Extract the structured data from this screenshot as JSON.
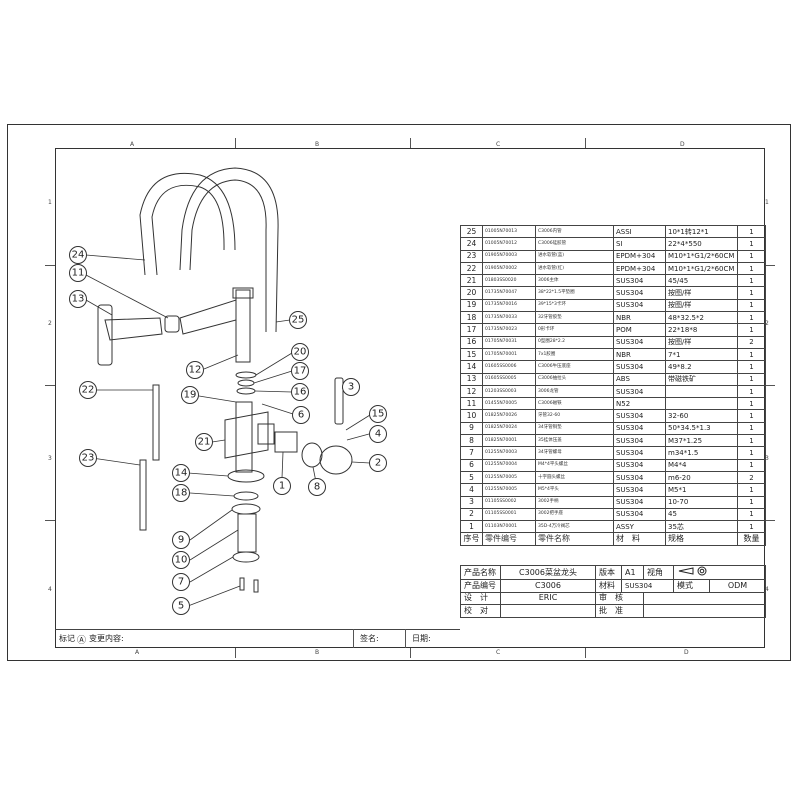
{
  "zones": {
    "top": [
      "A",
      "B",
      "C",
      "D"
    ],
    "bottom": [
      "A",
      "B",
      "C",
      "D"
    ],
    "left": [
      "1",
      "2",
      "3",
      "4"
    ],
    "right": [
      "1",
      "2",
      "3",
      "4"
    ]
  },
  "revision": {
    "mark_label": "标记",
    "change_label": "变更内容:",
    "sign_label": "签名:",
    "date_label": "日期:"
  },
  "callouts": [
    "1",
    "2",
    "3",
    "4",
    "5",
    "6",
    "7",
    "8",
    "9",
    "10",
    "11",
    "12",
    "13",
    "14",
    "15",
    "16",
    "17",
    "18",
    "19",
    "20",
    "21",
    "22",
    "23",
    "24",
    "25"
  ],
  "bom": {
    "rows": [
      [
        "25",
        "01005N70013",
        "C3006内管",
        "ASSI",
        "10*1转12*1",
        "1"
      ],
      [
        "24",
        "01005N70012",
        "C3006硅胶管",
        "SI",
        "22*4*550",
        "1"
      ],
      [
        "23",
        "01905N70003",
        "进水软管(蓝)",
        "EPDM+304",
        "M10*1*G1/2*60CM",
        "1"
      ],
      [
        "22",
        "01905N70002",
        "进水软管(红)",
        "EPDM+304",
        "M10*1*G1/2*60CM",
        "1"
      ],
      [
        "21",
        "01803SS0020",
        "3006主体",
        "SUS304",
        "45/45",
        "1"
      ],
      [
        "20",
        "01735N70047",
        "38*22*1.5平垫圈",
        "SUS304",
        "按图/样",
        "1"
      ],
      [
        "19",
        "01735N70016",
        "39*15*3卡环",
        "SUS304",
        "按图/样",
        "1"
      ],
      [
        "18",
        "01735N70033",
        "32牙管胶垫",
        "NBR",
        "48*32.5*2",
        "1"
      ],
      [
        "17",
        "01735N70023",
        "0形卡环",
        "POM",
        "22*18*8",
        "1"
      ],
      [
        "16",
        "01705N70031",
        "0型圈28*2.2",
        "SUS304",
        "按图/样",
        "2"
      ],
      [
        "15",
        "01705N70001",
        "7x1胶圈",
        "NBR",
        "7*1",
        "1"
      ],
      [
        "14",
        "01605SS0006",
        "C3006牛压底座",
        "SUS304",
        "49*8.2",
        "1"
      ],
      [
        "13",
        "01605SS0005",
        "C3006抽拉头",
        "ABS",
        "带磁铁矿",
        "1"
      ],
      [
        "12",
        "01203SS0003",
        "3006龙管",
        "SUS304",
        "",
        "1"
      ],
      [
        "11",
        "01455N70005",
        "C3006磁铁",
        "N52",
        "",
        "1"
      ],
      [
        "10",
        "01825N70026",
        "牙管32-60",
        "SUS304",
        "32-60",
        "1"
      ],
      [
        "9",
        "01825N70024",
        "34牙管铜垫",
        "SUS304",
        "50*34.5*1.3",
        "1"
      ],
      [
        "8",
        "01825N70001",
        "35挂体压盖",
        "SUS304",
        "M37*1.25",
        "1"
      ],
      [
        "7",
        "01255N70003",
        "34牙管螺母",
        "SUS304",
        "m34*1.5",
        "1"
      ],
      [
        "6",
        "01255N70004",
        "M4*4平头螺丝",
        "SUS304",
        "M4*4",
        "1"
      ],
      [
        "5",
        "01255N70005",
        "十字圆头螺丝",
        "SUS304",
        "m6-20",
        "2"
      ],
      [
        "4",
        "01255N70005",
        "M5*4平头",
        "SUS304",
        "M5*1",
        "1"
      ],
      [
        "3",
        "01105SS0002",
        "3002手柄",
        "SUS304",
        "10-70",
        "1"
      ],
      [
        "2",
        "01105SS0001",
        "3002把手座",
        "SUS304",
        "45",
        "1"
      ],
      [
        "1",
        "01103N70001",
        "35D-4万冷阀芯",
        "ASSY",
        "35芯",
        "1"
      ]
    ],
    "header": [
      "序号",
      "零件编号",
      "零件名称",
      "材　料",
      "规格",
      "数量"
    ]
  },
  "title_block": {
    "product_name_label": "产品名称",
    "product_name": "C3006菜盆龙头",
    "version_label": "版本",
    "version": "A1",
    "view_label": "视角",
    "product_code_label": "产品编号",
    "product_code": "C3006",
    "material_label": "材料",
    "material": "SUS304",
    "mode_label": "模式",
    "mode": "ODM",
    "design_label": "设　计",
    "designer": "ERIC",
    "review_label": "审　核",
    "check_label": "校　对",
    "approve_label": "批　准"
  }
}
